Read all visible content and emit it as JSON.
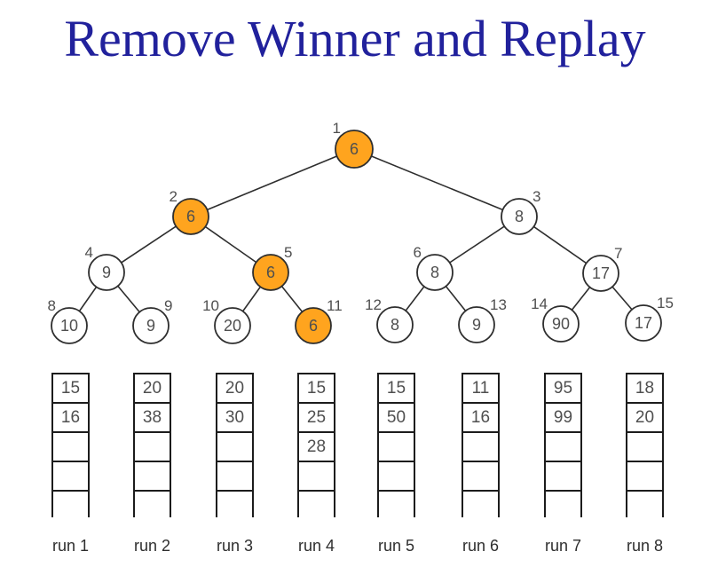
{
  "title": "Remove Winner and Replay",
  "colors": {
    "background": "#FFFFFF",
    "title": "#21219C",
    "highlight_fill": "#FFA41E",
    "node_fill": "#FFFFFF",
    "node_stroke": "#2E2E2E",
    "edge": "#2E2E2E",
    "node_text": "#4F4F4F",
    "index_label": "#4F4F4F",
    "cell_border": "#1C1C1C",
    "cell_text": "#4F4F4F",
    "run_label_text": "#2E2E2E"
  },
  "tree": {
    "nodes": [
      {
        "index": 1,
        "value": "6",
        "highlighted": true
      },
      {
        "index": 2,
        "value": "6",
        "highlighted": true
      },
      {
        "index": 3,
        "value": "8",
        "highlighted": false
      },
      {
        "index": 4,
        "value": "9",
        "highlighted": false
      },
      {
        "index": 5,
        "value": "6",
        "highlighted": true
      },
      {
        "index": 6,
        "value": "8",
        "highlighted": false
      },
      {
        "index": 7,
        "value": "17",
        "highlighted": false
      },
      {
        "index": 8,
        "value": "10",
        "highlighted": false
      },
      {
        "index": 9,
        "value": "9",
        "highlighted": false
      },
      {
        "index": 10,
        "value": "20",
        "highlighted": false
      },
      {
        "index": 11,
        "value": "6",
        "highlighted": true
      },
      {
        "index": 12,
        "value": "8",
        "highlighted": false
      },
      {
        "index": 13,
        "value": "9",
        "highlighted": false
      },
      {
        "index": 14,
        "value": "90",
        "highlighted": false
      },
      {
        "index": 15,
        "value": "17",
        "highlighted": false
      }
    ]
  },
  "runs": [
    {
      "label": "run 1",
      "values": [
        "15",
        "16"
      ]
    },
    {
      "label": "run 2",
      "values": [
        "20",
        "38"
      ]
    },
    {
      "label": "run 3",
      "values": [
        "20",
        "30"
      ]
    },
    {
      "label": "run 4",
      "values": [
        "15",
        "25",
        "28"
      ]
    },
    {
      "label": "run 5",
      "values": [
        "15",
        "50"
      ]
    },
    {
      "label": "run 6",
      "values": [
        "11",
        "16"
      ]
    },
    {
      "label": "run 7",
      "values": [
        "95",
        "99"
      ]
    },
    {
      "label": "run 8",
      "values": [
        "18",
        "20"
      ]
    }
  ],
  "runs_config": {
    "rows": 5
  }
}
